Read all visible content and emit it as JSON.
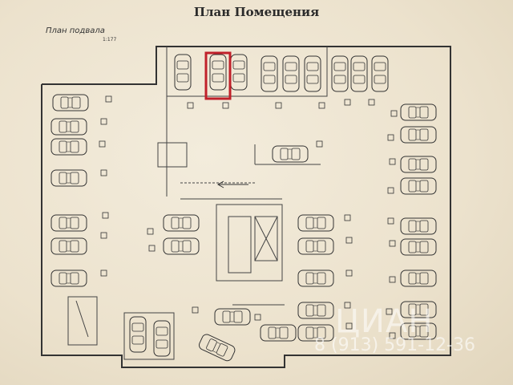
{
  "title": "План Помещения",
  "subtitle": "План подвала",
  "scale_note": "1:177",
  "highlight_color": "#c0202a",
  "line_color": "#3a3a3a",
  "watermark": "ЦИАН",
  "phone": "8 (913) 591-12-36"
}
